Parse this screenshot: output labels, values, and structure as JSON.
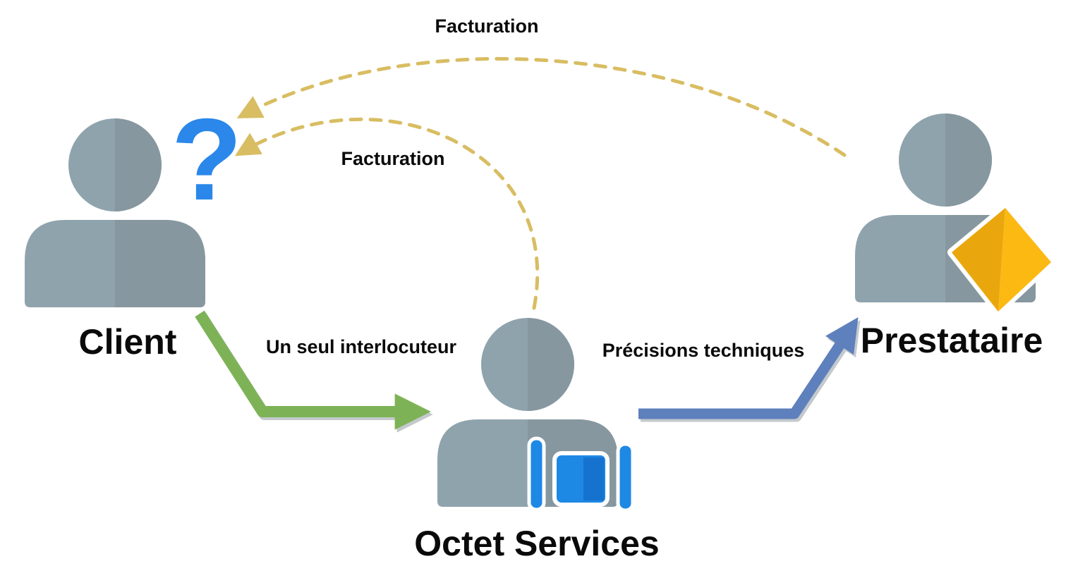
{
  "diagram": {
    "type": "workflow",
    "actors": {
      "client": {
        "label": "Client"
      },
      "octet_services": {
        "label": "Octet Services"
      },
      "prestataire": {
        "label": "Prestataire"
      }
    },
    "flows": {
      "facturation_prestataire_to_client": {
        "label": "Facturation",
        "style": "dashed"
      },
      "facturation_octet_to_client": {
        "label": "Facturation",
        "style": "dashed"
      },
      "client_to_octet": {
        "label": "Un seul interlocuteur",
        "style": "solid"
      },
      "octet_to_prestataire": {
        "label": "Précisions techniques",
        "style": "solid"
      }
    },
    "icons": {
      "question_mark": {
        "glyph": "?"
      }
    },
    "colors": {
      "background": "#ffffff",
      "person_light": "#8FA3AD",
      "person_dark": "#86979F",
      "question_blue": "#2B87EA",
      "device_blue": "#1E88E5",
      "device_blue_dark": "#1572CE",
      "cube_gold": "#FBB912",
      "cube_gold_dark": "#EAA70D",
      "arrow_green": "#7DB356",
      "arrow_blue": "#5E80BC",
      "arrow_dashed_tan": "#D8BD62",
      "text": "#0A0A0A"
    }
  }
}
